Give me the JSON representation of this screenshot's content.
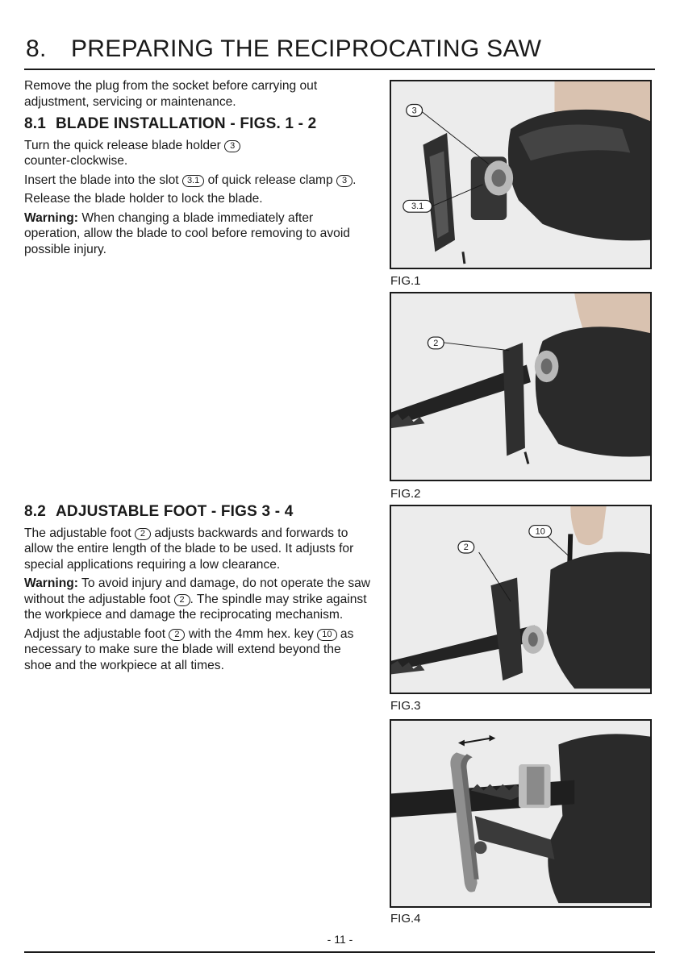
{
  "header": {
    "number": "8.",
    "title": "PREPARING THE RECIPROCATING SAW"
  },
  "intro": "Remove the plug from the socket before carrying out adjustment, servicing or maintenance.",
  "section1": {
    "number": "8.1",
    "title": "BLADE INSTALLATION - FIGS. 1 - 2",
    "p1_text": "Turn the quick release blade holder",
    "p1_ref": "3",
    "p1_tail": "counter-clockwise.",
    "p2_text": "Insert the blade into the slot",
    "p2_ref1": "3.1",
    "p2_mid": "of quick release clamp",
    "p2_ref2": "3",
    "p2_end": ".",
    "p3": "Release the blade holder to lock the blade.",
    "warning_label": "Warning:",
    "warning_text": "When changing a blade immediately after operation, allow the blade to cool before removing to avoid possible injury."
  },
  "section2": {
    "number": "8.2",
    "title": "ADJUSTABLE FOOT - FIGS 3 - 4",
    "p1_a": "The adjustable foot",
    "p1_ref": "2",
    "p1_b": "adjusts backwards and forwards to allow the entire length of the blade to be used. It adjusts for special applications requiring a low clearance.",
    "warning_label": "Warning:",
    "warning_a": "To avoid injury and damage, do not operate the saw without the adjustable foot",
    "warning_ref": "2",
    "warning_b": ". The spindle may strike against the workpiece and damage the reciprocating mechanism.",
    "p3_a": "Adjust the adjustable foot",
    "p3_ref1": "2",
    "p3_b": "with the 4mm hex. key",
    "p3_ref2": "10",
    "p3_c": "as necessary to make sure the blade will extend beyond the shoe and the workpiece at all times."
  },
  "figures": [
    {
      "caption": "FIG.1",
      "callouts": [
        "3",
        "3.1"
      ]
    },
    {
      "caption": "FIG.2",
      "callouts": [
        "2"
      ]
    },
    {
      "caption": "FIG.3",
      "callouts": [
        "2",
        "10"
      ]
    },
    {
      "caption": "FIG.4",
      "callouts": []
    }
  ],
  "footer": {
    "page_number": "- 11 -"
  }
}
